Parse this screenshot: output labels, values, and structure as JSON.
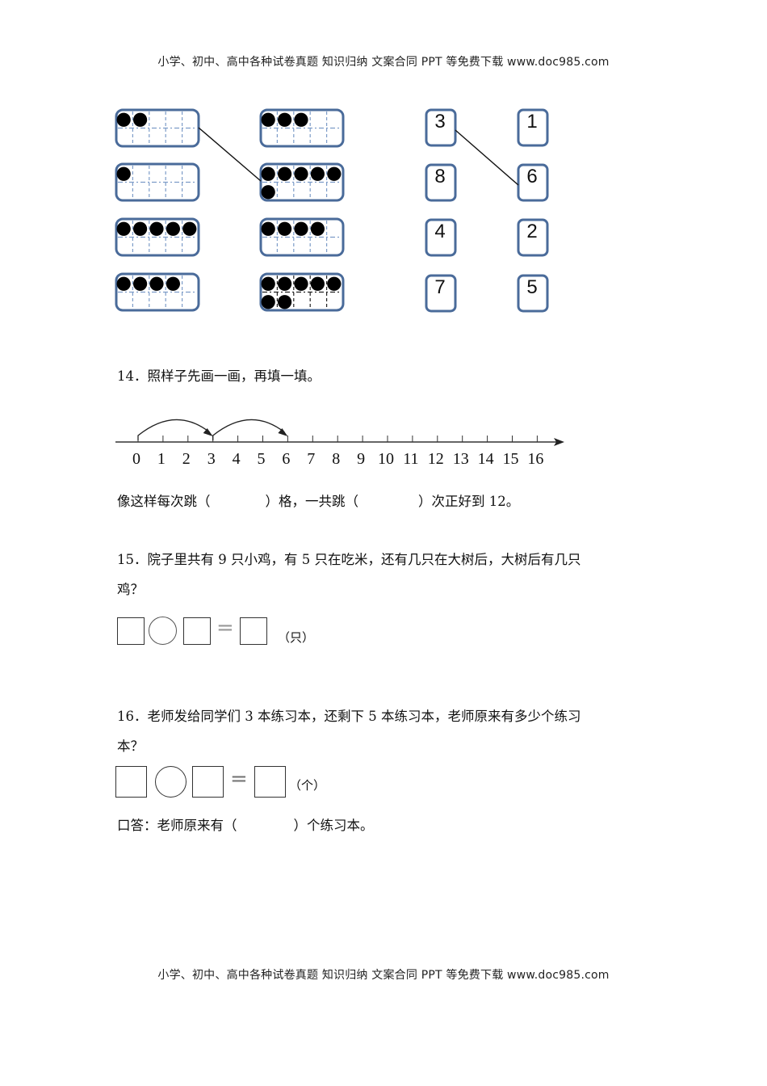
{
  "header_banner": "小学、初中、高中各种试卷真题 知识归纳 文案合同 PPT 等免费下载   www.doc985.com",
  "footer_banner": "小学、初中、高中各种试卷真题 知识归纳 文案合同 PPT 等免费下载   www.doc985.com",
  "matching": {
    "ten_frames": [
      {
        "col": 0,
        "row": 0,
        "dots": 2,
        "grid": "blue"
      },
      {
        "col": 0,
        "row": 1,
        "dots": 1,
        "grid": "blue"
      },
      {
        "col": 0,
        "row": 2,
        "dots": 5,
        "grid": "blue"
      },
      {
        "col": 0,
        "row": 3,
        "dots": 4,
        "grid": "blue"
      },
      {
        "col": 1,
        "row": 0,
        "dots": 3,
        "grid": "blue"
      },
      {
        "col": 1,
        "row": 1,
        "dots": 6,
        "grid": "blue"
      },
      {
        "col": 1,
        "row": 2,
        "dots": 4,
        "grid": "blue"
      },
      {
        "col": 1,
        "row": 3,
        "dots": 7,
        "grid": "black"
      }
    ],
    "number_cards_left": [
      "3",
      "8",
      "4",
      "7"
    ],
    "number_cards_right": [
      "1",
      "6",
      "2",
      "5"
    ],
    "example_links": [
      {
        "from": "ten-frame col0 row0",
        "to": "ten-frame col1 row1"
      },
      {
        "from": "card left 3",
        "to": "card right 6"
      }
    ],
    "colors": {
      "frame_border": "#4a6b9a",
      "grid_dash": "#7d9cc8",
      "dot": "#000000"
    }
  },
  "q14": {
    "title": "14．照样子先画一画，再填一填。",
    "number_line": {
      "ticks": [
        "0",
        "1",
        "2",
        "3",
        "4",
        "5",
        "6",
        "7",
        "8",
        "9",
        "10",
        "11",
        "12",
        "13",
        "14",
        "15",
        "16"
      ],
      "jumps": [
        [
          0,
          3
        ],
        [
          3,
          6
        ]
      ]
    },
    "fill_line": {
      "part1": "像这样每次跳（",
      "part2": "）格，一共跳（",
      "part3": "）次正好到 12。"
    }
  },
  "q15": {
    "line1": "15．院子里共有 9 只小鸡，有 5 只在吃米，还有几只在大树后，大树后有几只",
    "line2": "鸡？",
    "equals": "=",
    "unit": "（只）"
  },
  "q16": {
    "line1": "16．老师发给同学们 3 本练习本，还剩下 5 本练习本，老师原来有多少个练习",
    "line2": "本？",
    "equals": "=",
    "unit": "（个）",
    "answer": {
      "part1": "口答：老师原来有（",
      "part2": "）个练习本。"
    }
  }
}
